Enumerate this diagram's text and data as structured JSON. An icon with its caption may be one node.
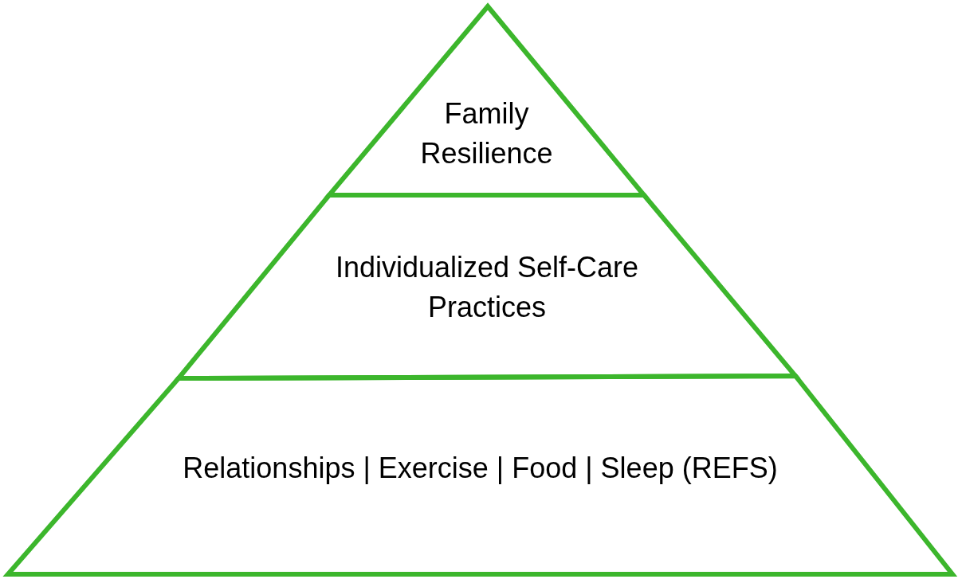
{
  "diagram": {
    "nodes": [
      {
        "text": [
          "Family Resilience"
        ]
      },
      {
        "text": [
          "Individualized Self-Care Practices"
        ]
      },
      {
        "text": [
          "Relationships | Exercise | Food | Sleep (REFS)"
        ]
      }
    ]
  }
}
